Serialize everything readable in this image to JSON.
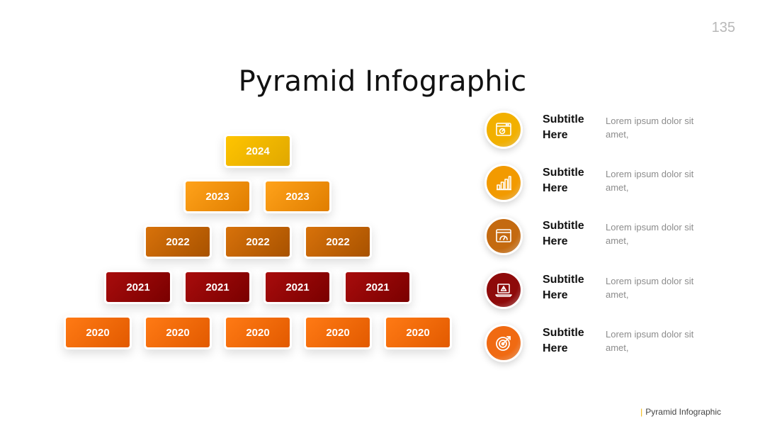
{
  "page_number": "135",
  "title": "Pyramid Infographic",
  "pyramid": {
    "rows": [
      {
        "label": "2024",
        "count": 1
      },
      {
        "label": "2023",
        "count": 2
      },
      {
        "label": "2022",
        "count": 3
      },
      {
        "label": "2021",
        "count": 4
      },
      {
        "label": "2020",
        "count": 5
      }
    ]
  },
  "features": [
    {
      "icon": "browser-chart-icon",
      "color": "#f2b000",
      "subtitle": "Subtitle Here",
      "text": "Lorem ipsum dolor sit amet,"
    },
    {
      "icon": "bar-chart-icon",
      "color": "#f29a00",
      "subtitle": "Subtitle Here",
      "text": "Lorem ipsum dolor sit amet,"
    },
    {
      "icon": "speedometer-window-icon",
      "color": "#c46a10",
      "subtitle": "Subtitle Here",
      "text": "Lorem ipsum dolor sit amet,"
    },
    {
      "icon": "laptop-warning-icon",
      "color": "#8e0a0a",
      "subtitle": "Subtitle Here",
      "text": "Lorem ipsum dolor sit amet,"
    },
    {
      "icon": "target-icon",
      "color": "#f06a12",
      "subtitle": "Subtitle Here",
      "text": "Lorem ipsum dolor sit amet,"
    }
  ],
  "footer": "Pyramid Infographic"
}
